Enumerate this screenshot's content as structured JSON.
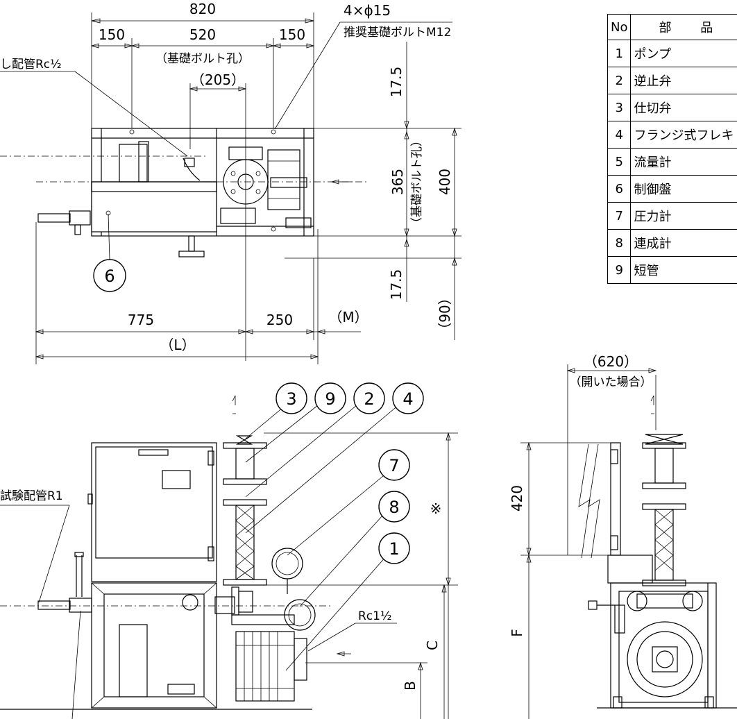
{
  "table": {
    "title": "部 品 名",
    "head_no": "No",
    "head_name": "部 品 名",
    "rows": [
      {
        "no": "1",
        "name": "ポンプ"
      },
      {
        "no": "2",
        "name": "逆止弁"
      },
      {
        "no": "3",
        "name": "仕切弁"
      },
      {
        "no": "4",
        "name": "フランジ式フレキ"
      },
      {
        "no": "5",
        "name": "流量計"
      },
      {
        "no": "6",
        "name": "制御盤"
      },
      {
        "no": "7",
        "name": "圧力計"
      },
      {
        "no": "8",
        "name": "連成計"
      },
      {
        "no": "9",
        "name": "短管"
      }
    ]
  },
  "plan_view": {
    "dim_total": "820",
    "dim_left": "150",
    "dim_mid": "520",
    "dim_right": "150",
    "dim_mid_note": "（基礎ボルト孔）",
    "dim_205": "（205）",
    "bolt_spec": "4×ϕ15",
    "bolt_note": "推奨基礎ボルトM12",
    "drain_label": "し配管Rc½",
    "dim_17_5_top": "17.5",
    "dim_365": "365",
    "dim_365_note": "（基礎ボルト孔）",
    "dim_400": "400",
    "dim_17_5_bottom": "17.5",
    "dim_90": "（90）",
    "dim_775": "775",
    "dim_250": "250",
    "dim_M": "（M）",
    "dim_L": "（L）",
    "balloon_6": "6"
  },
  "front_view": {
    "test_pipe_label": "試験配管R1",
    "rc_label": "Rc1½",
    "balloons": [
      "3",
      "9",
      "2",
      "4",
      "7",
      "8",
      "1"
    ],
    "mark_note": "※",
    "dim_C": "C",
    "dim_B": "B"
  },
  "side_view": {
    "dim_620": "（620）",
    "dim_620_note": "（開いた場合）",
    "dim_420": "420",
    "dim_F": "F"
  }
}
